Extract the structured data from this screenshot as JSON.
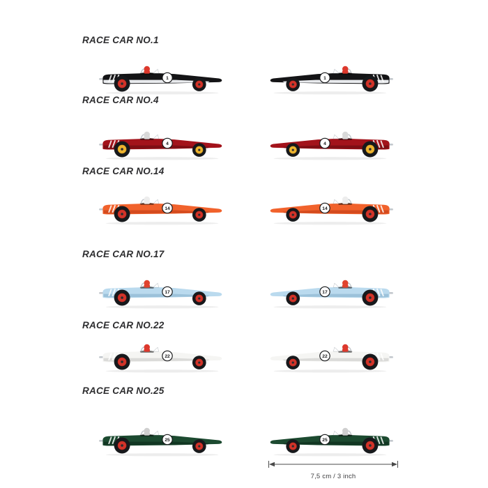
{
  "cars": [
    {
      "name": "RACE CAR NO.1",
      "number": "1",
      "colors": {
        "body": "#141416",
        "trim": "#e9ebee",
        "hub": "#d23329",
        "tire": "#17191c",
        "helmet": "#dd392d"
      }
    },
    {
      "name": "RACE CAR NO.4",
      "number": "4",
      "colors": {
        "body": "#a3131b",
        "trim": "#7e0e14",
        "hub": "#eeb42e",
        "tire": "#17191c",
        "helmet": "#d9d9d9"
      }
    },
    {
      "name": "RACE CAR NO.14",
      "number": "14",
      "colors": {
        "body": "#f1622c",
        "trim": "#d44b1e",
        "hub": "#d23329",
        "tire": "#17191c",
        "helmet": "#ededed"
      }
    },
    {
      "name": "RACE CAR NO.17",
      "number": "17",
      "colors": {
        "body": "#badaee",
        "trim": "#9cc2da",
        "hub": "#d23329",
        "tire": "#17191c",
        "helmet": "#e0432e"
      }
    },
    {
      "name": "RACE CAR NO.22",
      "number": "22",
      "colors": {
        "body": "#f5f5f3",
        "trim": "#dbdbd9",
        "hub": "#d23329",
        "tire": "#17191c",
        "helmet": "#dd392d"
      }
    },
    {
      "name": "RACE CAR NO.25",
      "number": "25",
      "colors": {
        "body": "#1c4a30",
        "trim": "#123723",
        "hub": "#d23329",
        "tire": "#17191c",
        "helmet": "#cfcfcf"
      }
    }
  ],
  "measurement": {
    "label": "7,5 cm / 3 inch"
  }
}
